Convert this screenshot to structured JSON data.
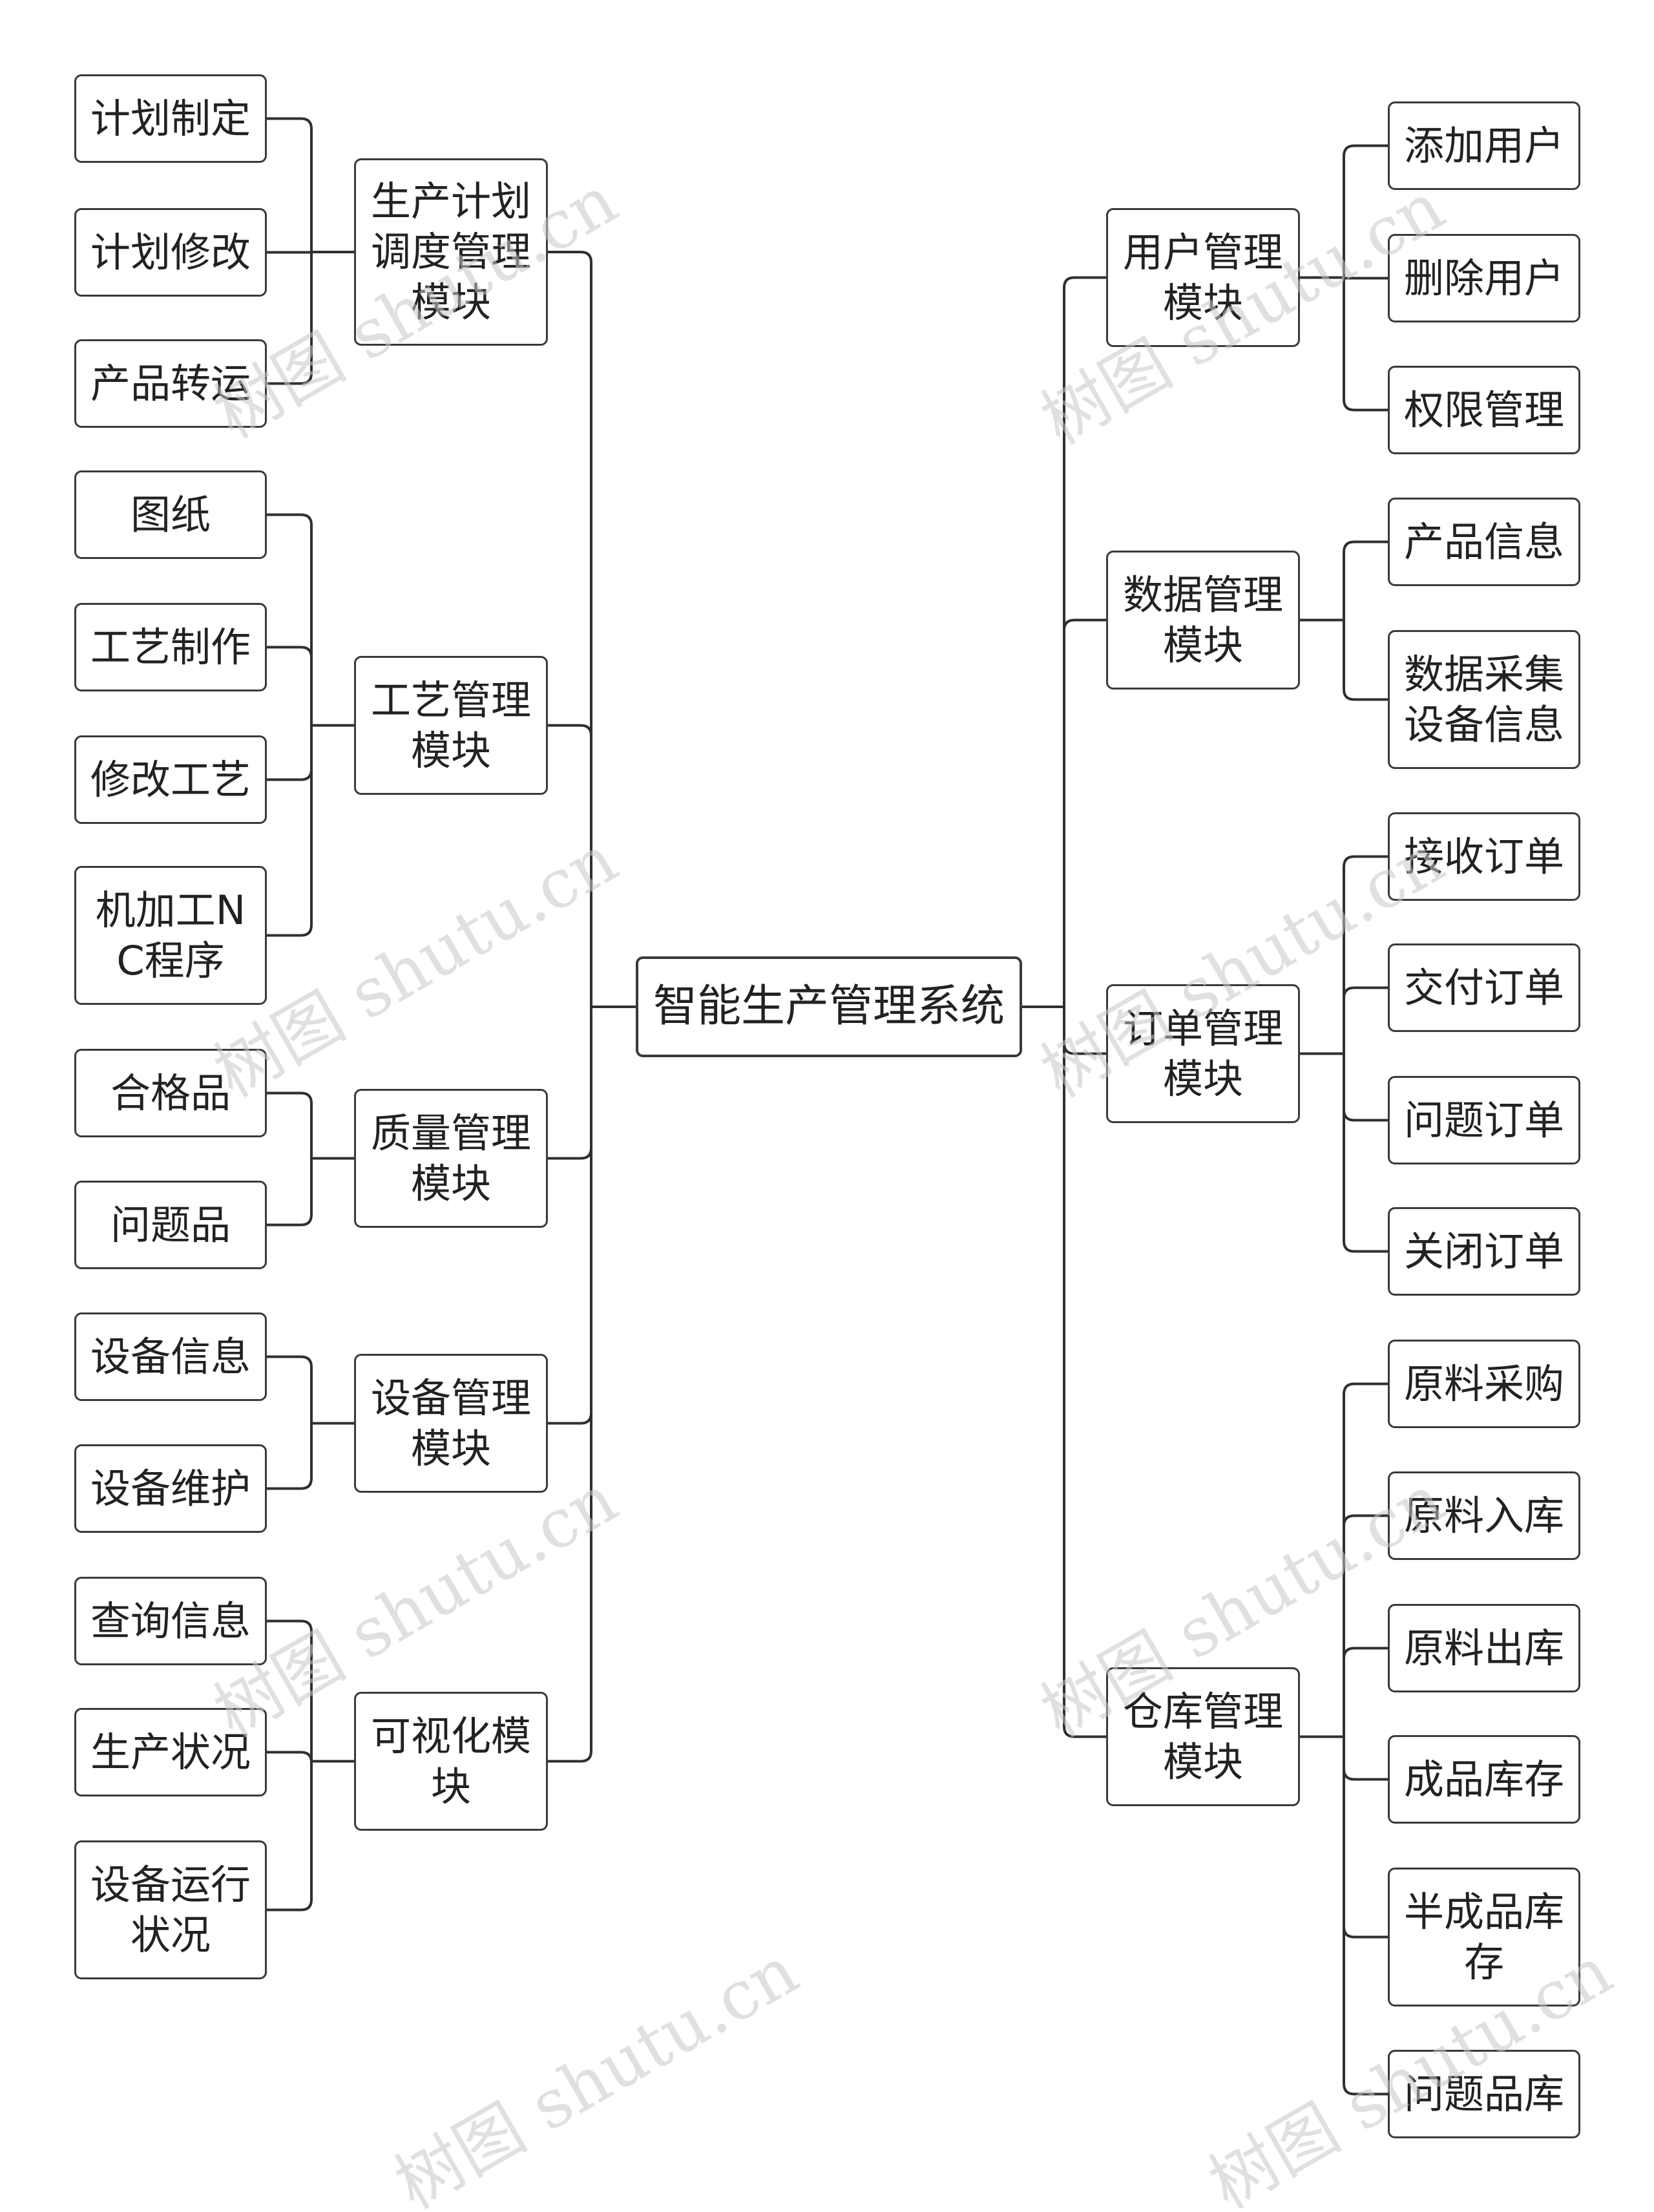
{
  "root": "智能生产管理系统",
  "left": [
    {
      "label": "生产计划调度管理模块",
      "children": [
        "计划制定",
        "计划修改",
        "产品转运"
      ]
    },
    {
      "label": "工艺管理模块",
      "children": [
        "图纸",
        "工艺制作",
        "修改工艺",
        "机加工NC程序"
      ]
    },
    {
      "label": "质量管理模块",
      "children": [
        "合格品",
        "问题品"
      ]
    },
    {
      "label": "设备管理模块",
      "children": [
        "设备信息",
        "设备维护"
      ]
    },
    {
      "label": "可视化模块",
      "children": [
        "查询信息",
        "生产状况",
        "设备运行状况"
      ]
    }
  ],
  "right": [
    {
      "label": "用户管理模块",
      "children": [
        "添加用户",
        "删除用户",
        "权限管理"
      ]
    },
    {
      "label": "数据管理模块",
      "children": [
        "产品信息",
        "数据采集设备信息"
      ]
    },
    {
      "label": "订单管理模块",
      "children": [
        "接收订单",
        "交付订单",
        "问题订单",
        "关闭订单"
      ]
    },
    {
      "label": "仓库管理模块",
      "children": [
        "原料采购",
        "原料入库",
        "原料出库",
        "成品库存",
        "半成品库存",
        "问题品库"
      ]
    }
  ],
  "watermark": "树图 shutu.cn",
  "colors": {
    "line": "#2f2f2f",
    "border": "#3a3a3a",
    "text": "#222222",
    "watermark": "#c8c8c8"
  }
}
